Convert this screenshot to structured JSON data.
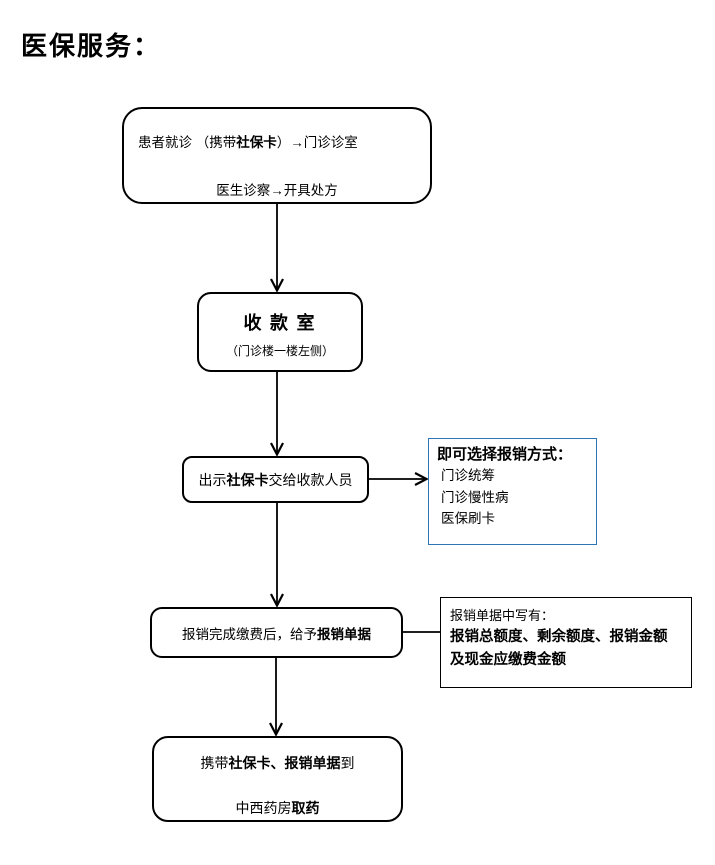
{
  "title": "医保服务：",
  "flow": {
    "box1": {
      "line1_pre": "患者就诊 （携带",
      "line1_bold": "社保卡",
      "line1_post": "）→门诊诊室",
      "line2": "医生诊察→开具处方"
    },
    "box2": {
      "name": "收 款 室",
      "location": "（门诊楼一楼左侧）"
    },
    "box3": {
      "pre": "出示",
      "bold": "社保卡",
      "post": "交给收款人员"
    },
    "box4": {
      "pre": "报销完成缴费后，给予",
      "bold": "报销单据"
    },
    "box5": {
      "line1_pre": "携带",
      "line1_bold": "社保卡、报销单据",
      "line1_post": "到",
      "line2_pre": "中西药房",
      "line2_bold": "取药"
    }
  },
  "notes": {
    "options": {
      "heading": "即可选择报销方式：",
      "items": [
        "门诊统筹",
        "门诊慢性病",
        "医保刷卡"
      ],
      "border_color": "#2E75B6"
    },
    "receipt": {
      "line1": "报销单据中写有：",
      "line2": "报销总额度、剩余额度、报销金额",
      "line3": "及现金应缴费金额"
    }
  }
}
